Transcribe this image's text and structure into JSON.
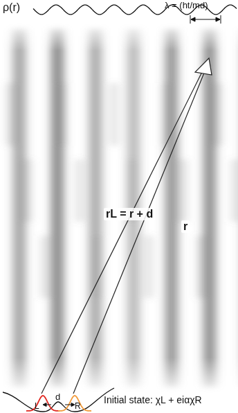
{
  "diagram": {
    "labels": [
      "ρ(r)",
      "λ = (ht/md)",
      "rL = r + d",
      "r",
      "d",
      "L",
      "R",
      "Initial state: χL + eiαχR"
    ]
  }
}
